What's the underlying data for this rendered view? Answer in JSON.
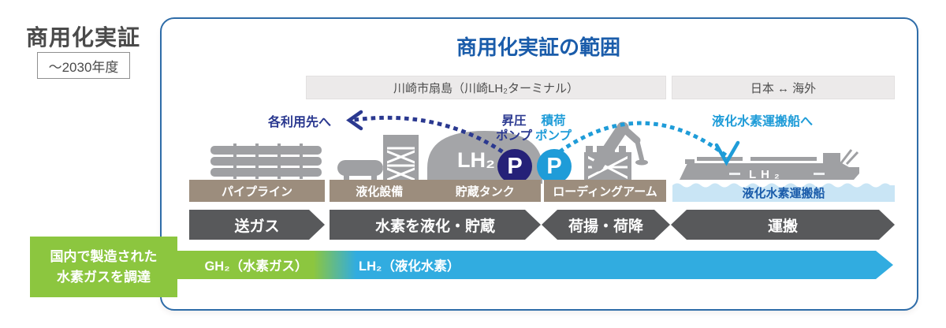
{
  "page": {
    "title": "商用化実証",
    "period": "～2030年度"
  },
  "scope": {
    "title": "商用化実証の範囲",
    "headers": {
      "terminal": "川崎市扇島（川崎LH₂ターミナル）",
      "route": "日本 ↔ 海外"
    },
    "annotations": {
      "to_users": "各利用先へ",
      "to_ship": "液化水素運搬船へ"
    },
    "pumps": {
      "boost": {
        "name_line1": "昇圧",
        "name_line2": "ポンプ",
        "symbol": "P"
      },
      "loading": {
        "name_line1": "積荷",
        "name_line2": "ポンプ",
        "symbol": "P"
      }
    },
    "equipment": {
      "tank_text": "LH₂",
      "ship_text": "LH₂",
      "labels": {
        "pipeline": "パイプライン",
        "liquefaction": "液化設備",
        "storage_tank": "貯蔵タンク",
        "loading_arm": "ローディングアーム",
        "carrier": "液化水素運搬船"
      }
    },
    "process_steps": [
      "送ガス",
      "水素を液化・貯蔵",
      "荷揚・荷降",
      "運搬"
    ],
    "flow": {
      "gas": "GH₂（水素ガス）",
      "liquid": "LH₂（液化水素）"
    }
  },
  "supply": {
    "line1": "国内で製造された",
    "line2": "水素ガスを調達"
  },
  "colors": {
    "scope_border": "#2e6ca8",
    "title_blue": "#1a5caa",
    "navy": "#2b3990",
    "boost_pump_circle": "#252178",
    "light_blue": "#1f9cd8",
    "green": "#8cc63f",
    "flow_blue": "#31ace0",
    "label_tan": "#9c8d7d",
    "step_gray": "#58595b",
    "icon_gray": "#9fa0a3",
    "water": "#c9e5f5"
  }
}
